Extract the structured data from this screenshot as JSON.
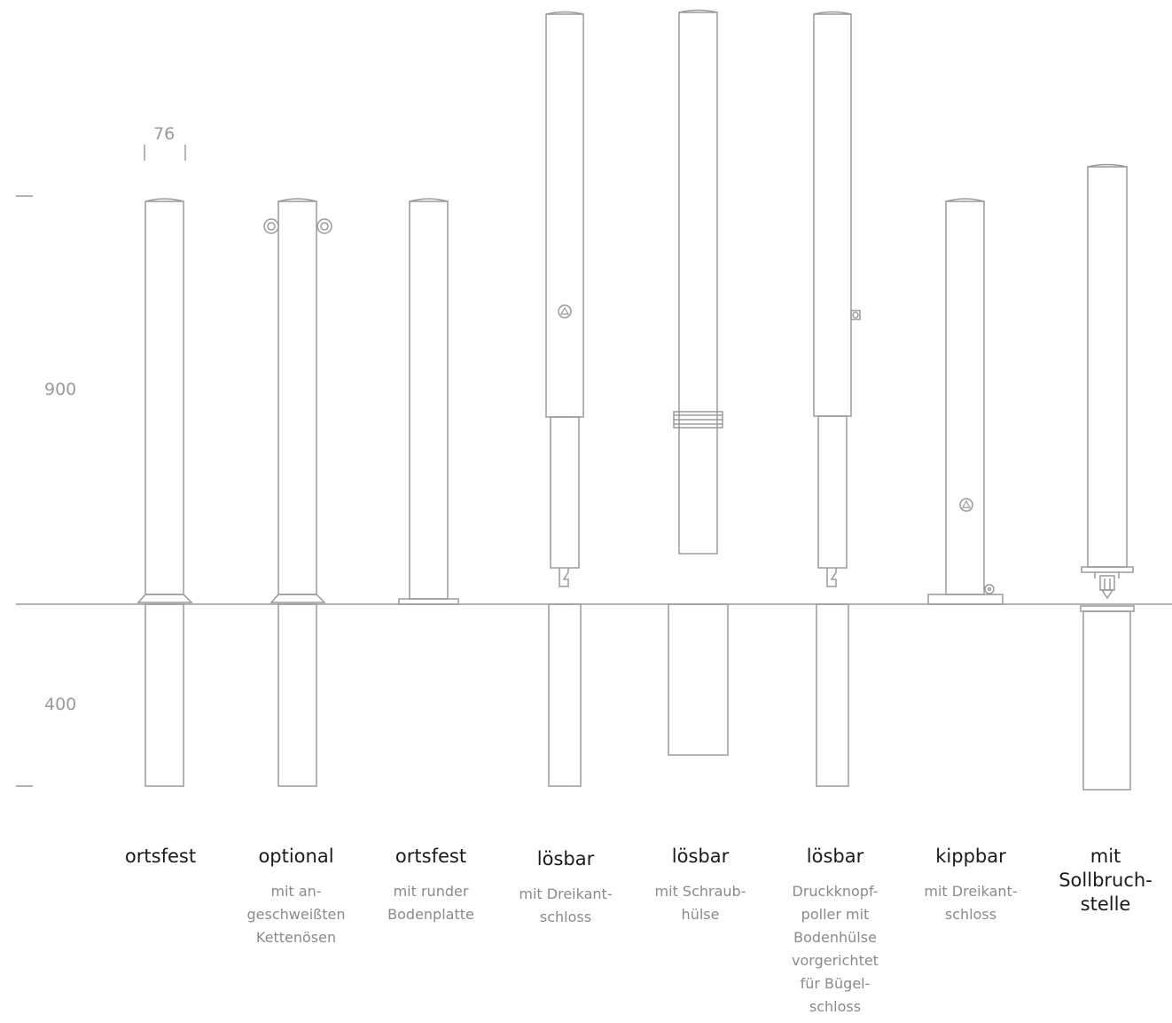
{
  "dimensions": {
    "width_label": "76",
    "above_ground_label": "900",
    "below_ground_label": "400"
  },
  "colors": {
    "line": "#9a9a9a",
    "title_text": "#1a1a1a",
    "desc_text": "#8a8a8a"
  },
  "bollards": [
    {
      "title": "ortsfest",
      "desc": ""
    },
    {
      "title": "optional",
      "desc": "mit an-\ngeschweißten\nKettenösen"
    },
    {
      "title": "ortsfest",
      "desc": "mit runder\nBodenplatte"
    },
    {
      "title": "lösbar",
      "desc": "mit Dreikant-\nschloss"
    },
    {
      "title": "lösbar",
      "desc": "mit Schraub-\nhülse"
    },
    {
      "title": "lösbar",
      "desc": "Druckknopf-\npoller mit\nBodenhülse\nvorgerichtet\nfür Bügel-\nschloss"
    },
    {
      "title": "kippbar",
      "desc": "mit Dreikant-\nschloss"
    },
    {
      "title": "mit\nSollbruch-\nstelle",
      "desc": ""
    }
  ]
}
